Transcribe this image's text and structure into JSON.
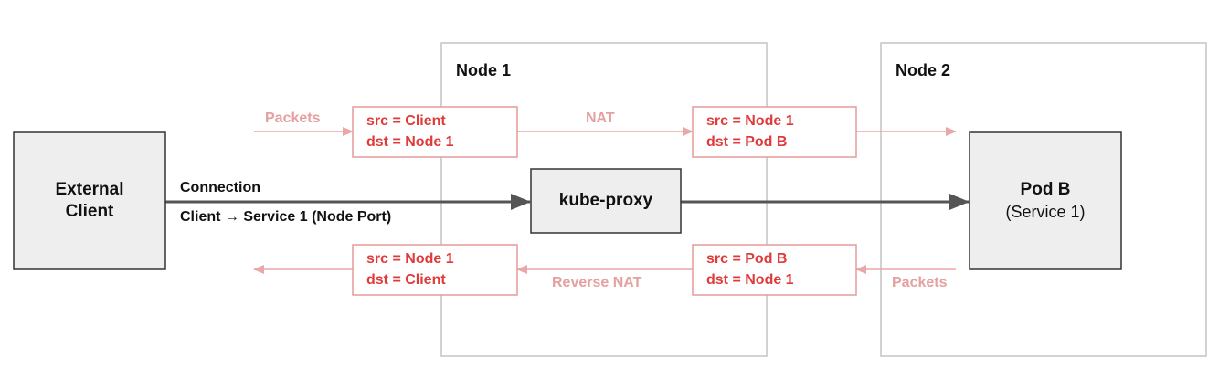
{
  "nodes": [
    {
      "title": "Node 1"
    },
    {
      "title": "Node 2"
    }
  ],
  "external_client": {
    "line1": "External",
    "line2": "Client"
  },
  "kube_proxy": {
    "label": "kube-proxy"
  },
  "pod_b": {
    "title": "Pod B",
    "subtitle": "(Service 1)"
  },
  "connection": {
    "label": "Connection",
    "detail": "Client → Service 1 (Node Port)"
  },
  "flow_labels": {
    "packets_in": "Packets",
    "nat": "NAT",
    "reverse_nat": "Reverse NAT",
    "packets_return": "Packets"
  },
  "packet_boxes": {
    "forward_before_nat": {
      "src": "src = Client",
      "dst": "dst = Node 1"
    },
    "forward_after_nat": {
      "src": "src = Node 1",
      "dst": "dst = Pod B"
    },
    "return_before_reverse_nat": {
      "src": "src = Pod B",
      "dst": "dst = Node 1"
    },
    "return_after_reverse_nat": {
      "src": "src = Node 1",
      "dst": "dst = Client"
    }
  },
  "colors": {
    "packet_text": "#e03a3a",
    "packet_border": "#e59a9a",
    "faint_arrow": "#e8a8a8",
    "box_fill": "#eeeeee",
    "node_border": "#c4c4c4",
    "main_arrow": "#555555"
  }
}
